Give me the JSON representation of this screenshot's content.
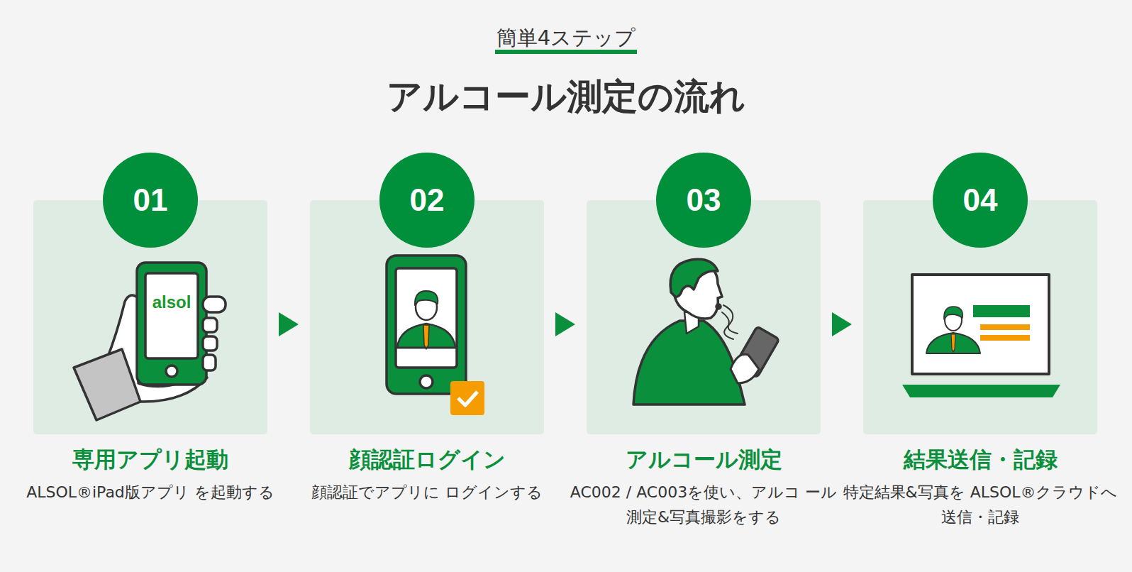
{
  "diagram": {
    "title": "アルコール測定の流れ",
    "nodes": [
      {
        "text": [
          "専用アプリ起動",
          "ALSOL®iPad版アプリ を起動する"
        ]
      },
      {
        "text": [
          "01"
        ],
        "in": 0
      },
      {
        "text": [
          "顔認証ログイン",
          "顔認証でアプリに ログインする"
        ]
      },
      {
        "text": [
          "02"
        ],
        "in": 2
      },
      {
        "text": [
          "アルコール測定",
          "AC002 / AC003を使い、アルコ ール測定&写真撮影をする"
        ]
      },
      {
        "text": [
          "03"
        ],
        "in": 4
      },
      {
        "text": [
          "結果送信・記録",
          "特定結果&写真を ALSOL®クラウドへ送信・記録"
        ]
      },
      {
        "text": [
          "04"
        ],
        "in": 6
      }
    ],
    "edges": [
      {
        "from": 0,
        "to": 2,
        "arrow": "to"
      },
      {
        "from": 2,
        "to": 4,
        "arrow": "to"
      },
      {
        "from": 4,
        "to": 6,
        "arrow": "to"
      }
    ],
    "labels": [
      "簡単4ステップ",
      "alsol"
    ]
  }
}
